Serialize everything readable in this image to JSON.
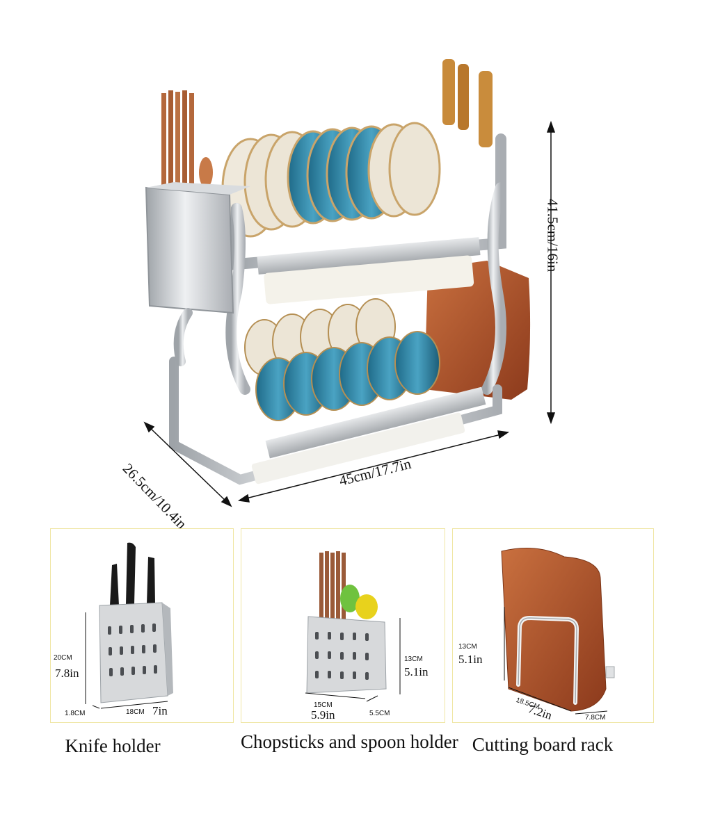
{
  "main_product": {
    "height_label": "41.5cm/16in",
    "depth_label": "26.5cm/10.4in",
    "width_label": "45cm/17.7in"
  },
  "panels": [
    {
      "caption": "Knife holder",
      "height_cm": "20CM",
      "height_in": "7.8in",
      "depth_cm": "1.8CM",
      "width_cm": "18CM",
      "width_in": "7in"
    },
    {
      "caption": "Chopsticks and spoon holder",
      "height_cm": "13CM",
      "height_in": "5.1in",
      "width_cm": "15CM",
      "width_in": "5.9in",
      "depth_cm": "5.5CM"
    },
    {
      "caption": "Cutting board rack",
      "height_cm": "13CM",
      "height_in": "5.1in",
      "width_cm": "18.5CM",
      "width_in": "7.2in",
      "depth_cm": "7.8CM"
    }
  ],
  "colors": {
    "panel_border": "#efe6a3",
    "steel": "#c9ccd0",
    "plate_blue": "#2f7fa0",
    "plate_cream": "#efe9dc",
    "wood": "#b45a34"
  }
}
